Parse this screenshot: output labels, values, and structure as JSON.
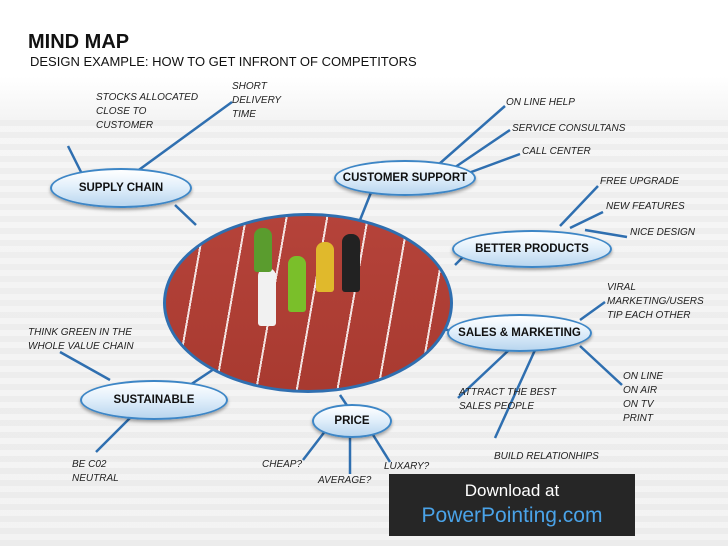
{
  "title": "MIND MAP",
  "subtitle": "DESIGN EXAMPLE: HOW TO GET INFRONT OF COMPETITORS",
  "nodes": {
    "supply_chain": "SUPPLY CHAIN",
    "customer_support": "CUSTOMER SUPPORT",
    "better_products": "BETTER PRODUCTS",
    "sales_marketing": "SALES & MARKETING",
    "sustainable": "SUSTAINABLE",
    "price": "PRICE"
  },
  "notes": {
    "stocks": "STOCKS ALLOCATED\nCLOSE TO\nCUSTOMER",
    "short_delivery": "SHORT\nDELIVERY\nTIME",
    "online_help": "ON LINE HELP",
    "service_consultans": "SERVICE CONSULTANS",
    "call_center": "CALL CENTER",
    "free_upgrade": "FREE UPGRADE",
    "new_features": "NEW FEATURES",
    "nice_design": "NICE DESIGN",
    "viral": "VIRAL\nMARKETING/USERS\nTIP EACH OTHER",
    "think_green": "THINK GREEN IN THE\nWHOLE VALUE CHAIN",
    "channels": "ON LINE\nON AIR\nON TV\nPRINT",
    "attract": "ATTRACT THE BEST\nSALES PEOPLE",
    "build_rel": "BUILD RELATIONHIPS",
    "be_co2": "BE C02\nNEUTRAL",
    "cheap": "CHEAP?",
    "average": "AVERAGE?",
    "luxary": "LUXARY?"
  },
  "download": {
    "line1": "Download at",
    "line2": "PowerPointing.com"
  },
  "colors": {
    "connector": "#2f6fb0",
    "node_border": "#3d86c6",
    "download_bg": "#262626",
    "download_link": "#4aa3e8"
  }
}
